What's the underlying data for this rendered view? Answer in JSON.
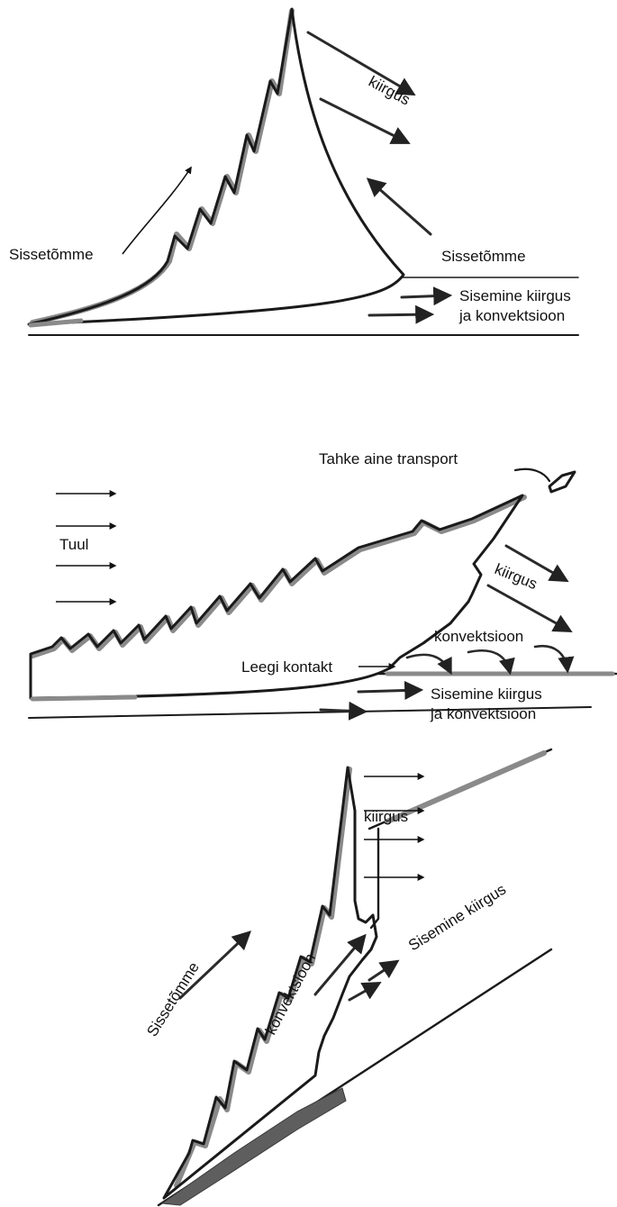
{
  "panel1": {
    "labels": {
      "radiation": "kiirgus",
      "inflow_left": "Sissetõmme",
      "inflow_right": "Sissetõmme",
      "internal_line1": "Sisemine kiirgus",
      "internal_line2": "ja konvektsioon"
    }
  },
  "panel2": {
    "labels": {
      "solid_transport": "Tahke aine transport",
      "wind": "Tuul",
      "radiation": "kiirgus",
      "convection": "konvektsioon",
      "flame_contact": "Leegi kontakt",
      "internal_line1": "Sisemine kiirgus",
      "internal_line2": "ja konvektsioon"
    }
  },
  "panel3": {
    "labels": {
      "radiation": "kiirgus",
      "internal": "Sisemine kiirgus",
      "convection": "konvektsioon",
      "inflow": "Sissetõmme"
    }
  }
}
